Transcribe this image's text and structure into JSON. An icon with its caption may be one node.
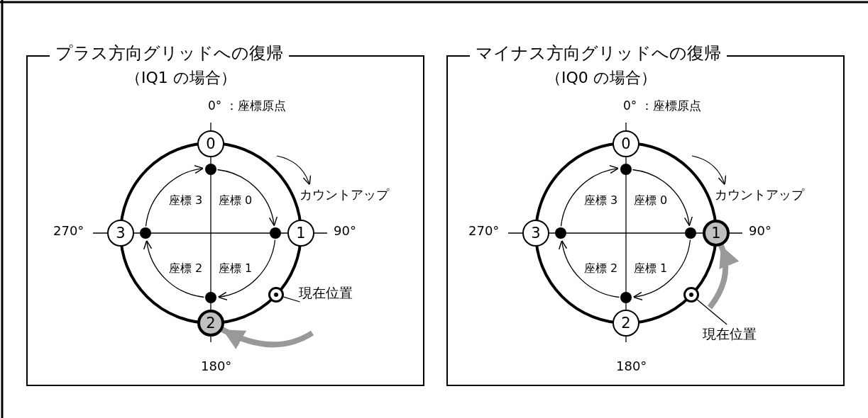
{
  "diagram": {
    "nodes": [
      {
        "text": [
          "プラス方向グリッドへの復帰",
          "（IQ1 の場合）"
        ]
      },
      {
        "text": [
          "0"
        ],
        "in": 0
      },
      {
        "text": [
          "1"
        ],
        "in": 0
      },
      {
        "text": [
          "2"
        ],
        "in": 0
      },
      {
        "text": [
          "3"
        ],
        "in": 0
      },
      {
        "text": [],
        "shape": "circle",
        "in": 0
      },
      {
        "text": [],
        "shape": "circle",
        "in": 0
      },
      {
        "text": [],
        "shape": "circle",
        "in": 0
      },
      {
        "text": [],
        "shape": "circle",
        "in": 0
      },
      {
        "text": [],
        "shape": "circle",
        "in": 0
      },
      {
        "text": [
          "現在位置"
        ],
        "in": 0
      },
      {
        "text": [
          "マイナス方向グリッドへの復帰",
          "（IQ0 の場合）"
        ]
      },
      {
        "text": [
          "0"
        ],
        "in": 11
      },
      {
        "text": [
          "1"
        ],
        "in": 11
      },
      {
        "text": [
          "2"
        ],
        "in": 11
      },
      {
        "text": [
          "3"
        ],
        "in": 11
      },
      {
        "text": [],
        "shape": "circle",
        "in": 11
      },
      {
        "text": [],
        "shape": "circle",
        "in": 11
      },
      {
        "text": [],
        "shape": "circle",
        "in": 11
      },
      {
        "text": [],
        "shape": "circle",
        "in": 11
      },
      {
        "text": [],
        "shape": "circle",
        "in": 11
      },
      {
        "text": [
          "現在位置"
        ],
        "in": 11
      }
    ],
    "edges": [
      {
        "from": 5,
        "to": 6,
        "arrow": "to"
      },
      {
        "from": 6,
        "to": 7,
        "arrow": "to"
      },
      {
        "from": 7,
        "to": 8,
        "arrow": "to"
      },
      {
        "from": 8,
        "to": 5,
        "arrow": "to"
      },
      {
        "from": 9,
        "to": 10,
        "arrow": "none"
      },
      {
        "from": null,
        "to": 3,
        "arrow": "to",
        "style": "thick",
        "color": "#999999"
      },
      {
        "from": 16,
        "to": 17,
        "arrow": "to"
      },
      {
        "from": 17,
        "to": 18,
        "arrow": "to"
      },
      {
        "from": 18,
        "to": 19,
        "arrow": "to"
      },
      {
        "from": 19,
        "to": 16,
        "arrow": "to"
      },
      {
        "from": 20,
        "to": 21,
        "arrow": "none"
      },
      {
        "from": null,
        "to": 13,
        "arrow": "to",
        "style": "thick",
        "color": "#999999"
      }
    ],
    "labels": [
      "0° ：座標原点",
      "座標 3",
      "座標 0",
      "カウントアップ",
      "270°",
      "90°",
      "座標 2",
      "座標 1",
      "180°",
      "0° ：座標原点",
      "座標 3",
      "座標 0",
      "カウントアップ",
      "270°",
      "90°",
      "座標 2",
      "座標 1",
      "180°"
    ]
  }
}
